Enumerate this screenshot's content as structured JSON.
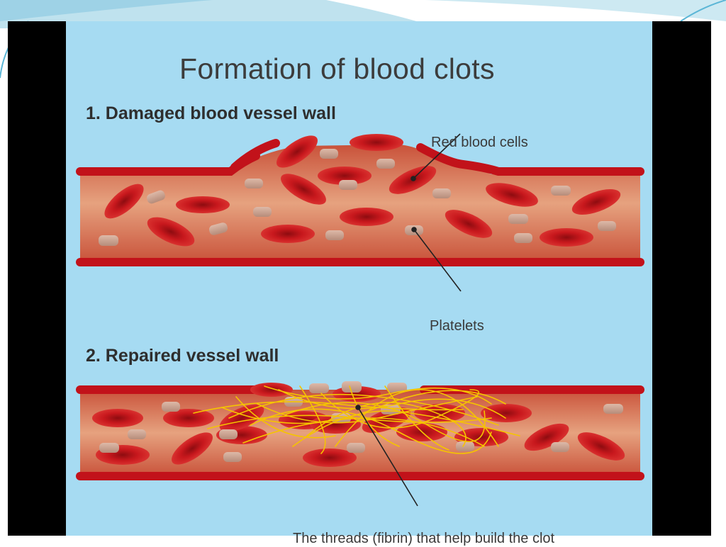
{
  "title": "Formation of blood clots",
  "sections": [
    {
      "heading": "1. Damaged blood vessel wall"
    },
    {
      "heading": "2. Repaired vessel wall"
    }
  ],
  "labels": {
    "red_blood_cells": "Red blood cells",
    "platelets": "Platelets",
    "fibrin": "The threads (fibrin) that help build the clot"
  },
  "colors": {
    "panel_background": "#a6dbf2",
    "vessel_wall": "#c2121a",
    "vessel_interior": "#d97a5c",
    "red_blood_cell": "#c8181d",
    "platelet": "#c9a090",
    "fibrin": "#f5c400"
  }
}
